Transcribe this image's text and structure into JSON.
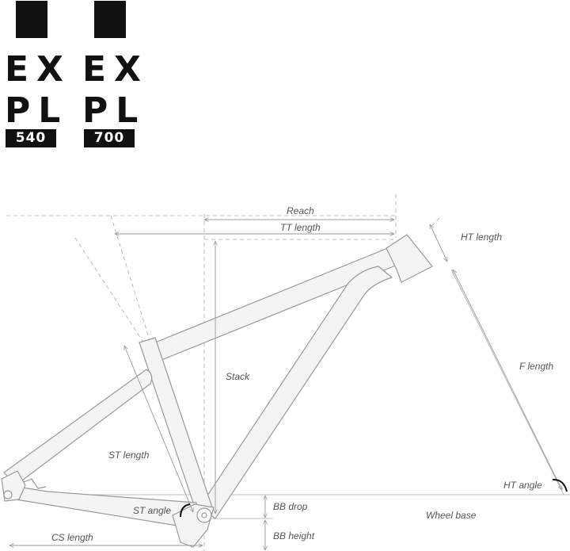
{
  "logos": [
    {
      "line1": "EX",
      "line2": "PL",
      "model": "540"
    },
    {
      "line1": "EX",
      "line2": "PL",
      "model": "700"
    }
  ],
  "labels": {
    "reach": "Reach",
    "tt_length": "TT length",
    "ht_length": "HT length",
    "stack": "Stack",
    "f_length": "F length",
    "st_length": "ST length",
    "st_angle": "ST angle",
    "ht_angle": "HT angle",
    "bb_drop": "BB drop",
    "wheel_base": "Wheel base",
    "bb_height": "BB height",
    "cs_length": "CS length"
  },
  "colors": {
    "logo": "#111111",
    "frame_stroke": "#999999",
    "frame_fill": "#f4f4f4",
    "dimension_line": "#9a9a9a",
    "label_text": "#555555"
  }
}
